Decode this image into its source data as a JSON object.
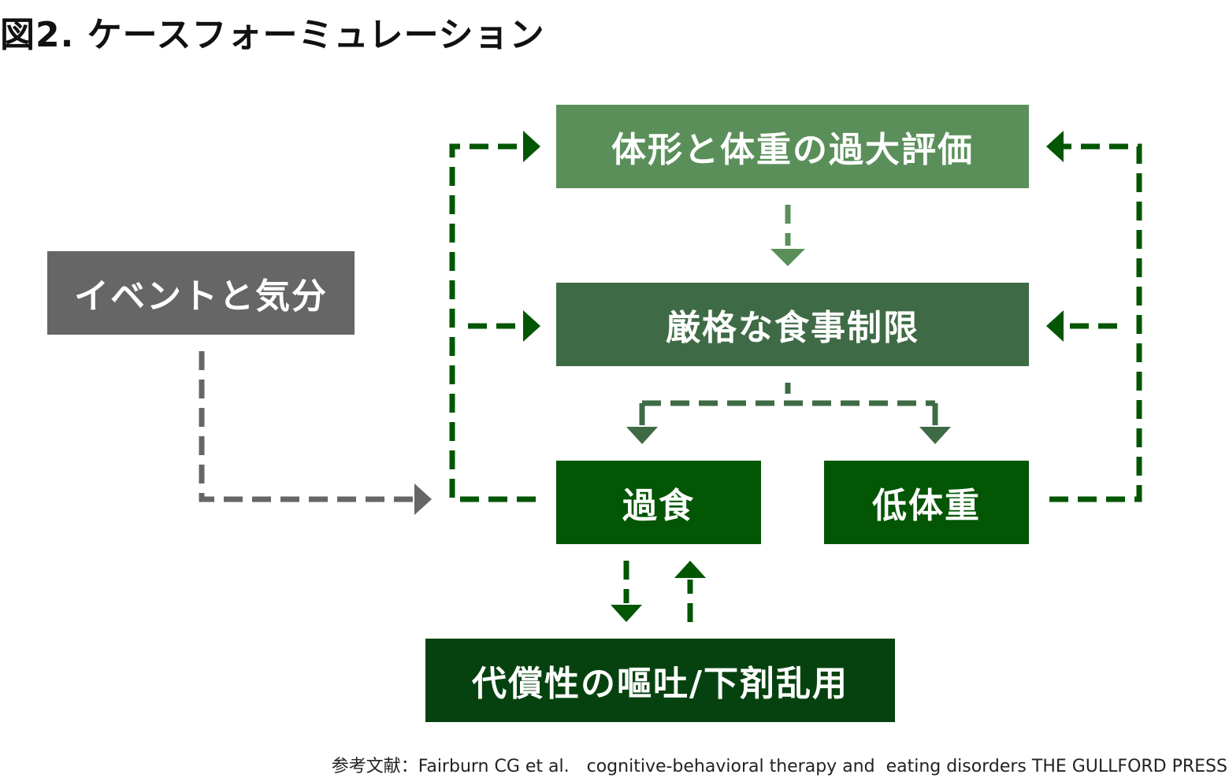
{
  "title": "図2. ケースフォーミュレーション",
  "nodes": {
    "overevaluation": "体形と体重の過大評価",
    "event_mood": "イベントと気分",
    "dietary_restriction": "厳格な食事制限",
    "binge_eating": "過食",
    "low_weight": "低体重",
    "compensatory": "代償性の嘔吐/下剤乱用"
  },
  "reference": "参考文献：Fairburn CG et al.　cognitive-behavioral therapy and  eating disorders THE GULLFORD PRESS",
  "colors": {
    "overevaluation": "#5a8f5a",
    "event_mood": "#666666",
    "dietary_restriction": "#3e6b45",
    "binge_eating": "#035603",
    "low_weight": "#035603",
    "compensatory": "#06420f",
    "arrow_light": "#5a8f5a",
    "arrow_mid": "#3e6b45",
    "arrow_dark": "#035603",
    "arrow_gray": "#666666"
  }
}
